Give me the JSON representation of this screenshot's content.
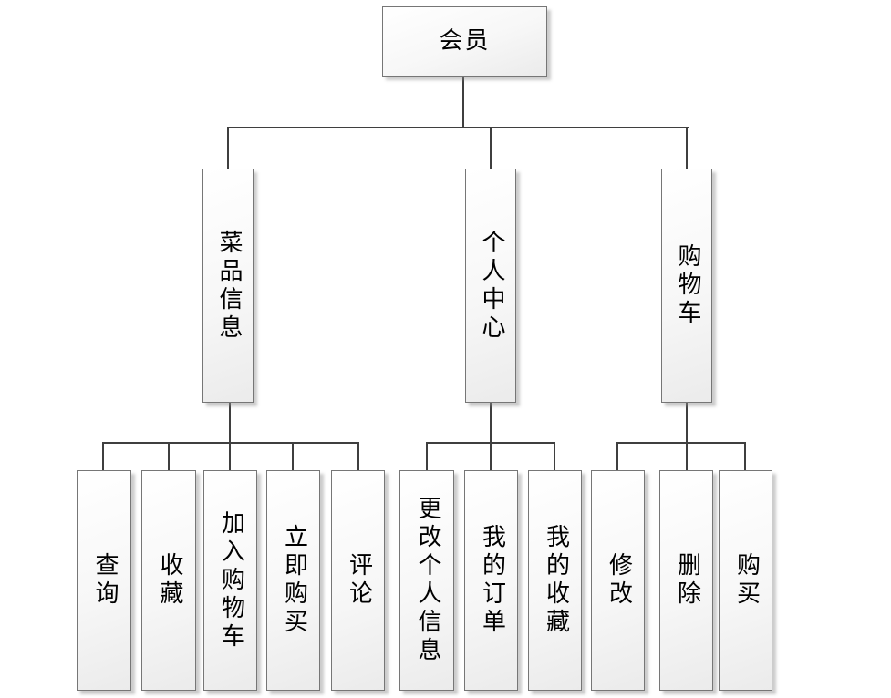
{
  "diagram": {
    "type": "tree",
    "root": {
      "label": "会员"
    },
    "branches": [
      {
        "label": "菜品信息",
        "children": [
          "查询",
          "收藏",
          "加入购物车",
          "立即购买",
          "评论"
        ]
      },
      {
        "label": "个人中心",
        "children": [
          "更改个人信息",
          "我的订单",
          "我的收藏"
        ]
      },
      {
        "label": "购物车",
        "children": [
          "修改",
          "删除",
          "购买"
        ]
      }
    ],
    "colors": {
      "line": "#3f3f3f",
      "box_border": "#767676",
      "box_fill_top": "#ffffff",
      "box_fill_bottom": "#ebebeb",
      "background": "#ffffff"
    }
  }
}
